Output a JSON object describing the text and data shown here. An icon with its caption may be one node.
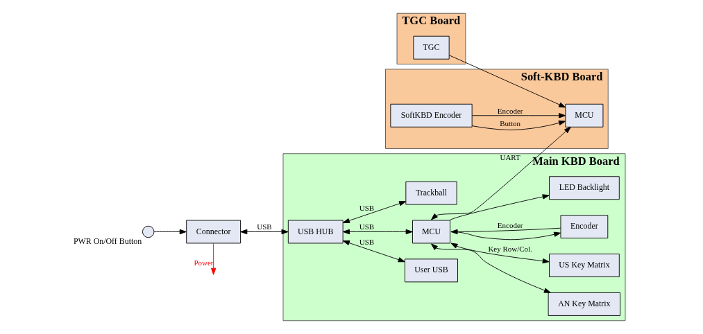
{
  "diagram": {
    "nodes": [
      {
        "text": [
          "TGC Board"
        ]
      },
      {
        "text": [
          "TGC"
        ],
        "in": 0
      },
      {
        "text": [
          "Soft-KBD Board"
        ]
      },
      {
        "text": [
          "MCU"
        ],
        "in": 2
      },
      {
        "text": [
          "SoftKBD Encoder"
        ],
        "in": 2
      },
      {
        "text": [
          "Main KBD Board"
        ]
      },
      {
        "text": [],
        "shape": "circle",
        "beside": [
          "PWR On/Off Button"
        ]
      },
      {
        "text": [
          "User USB"
        ],
        "in": 5
      },
      {
        "text": [
          "Connector"
        ]
      },
      {
        "text": [
          "USB HUB"
        ],
        "in": 5
      },
      {
        "text": [
          "MCU"
        ],
        "in": 5
      },
      {
        "text": [
          "Trackball"
        ],
        "in": 5
      },
      {
        "text": [
          "AN Key Matrix"
        ],
        "in": 5
      },
      {
        "text": [
          "US Key Matrix"
        ],
        "in": 5
      },
      {
        "text": [
          "Encoder"
        ],
        "in": 5
      },
      {
        "text": [
          "LED Backlight"
        ],
        "in": 5
      }
    ],
    "edges": [
      {
        "from": 1,
        "to": 3,
        "arrow": "to"
      },
      {
        "from": 10,
        "to": 3,
        "arrow": "both",
        "label": "UART"
      },
      {
        "from": 4,
        "to": 3,
        "arrow": "to",
        "label": "Button"
      },
      {
        "from": 4,
        "to": 3,
        "arrow": "to",
        "label": "Encoder"
      },
      {
        "from": 6,
        "to": 8,
        "arrow": "to"
      },
      {
        "from": 9,
        "to": 7,
        "arrow": "both",
        "label": "USB"
      },
      {
        "from": 8,
        "to": 9,
        "arrow": "both",
        "label": "USB"
      },
      {
        "from": 8,
        "to": null,
        "arrow": "to",
        "label": "Power",
        "color": "#ff0000"
      },
      {
        "from": 9,
        "to": 10,
        "arrow": "both",
        "label": "USB"
      },
      {
        "from": 9,
        "to": 11,
        "arrow": "both",
        "label": "USB"
      },
      {
        "from": 10,
        "to": 12,
        "arrow": "both"
      },
      {
        "from": 10,
        "to": 13,
        "arrow": "both",
        "label": "Key Row/Col."
      },
      {
        "from": 10,
        "to": 14,
        "arrow": "to"
      },
      {
        "from": 14,
        "to": 10,
        "arrow": "to",
        "label": "Encoder"
      },
      {
        "from": 10,
        "to": 15,
        "arrow": "to"
      }
    ]
  }
}
